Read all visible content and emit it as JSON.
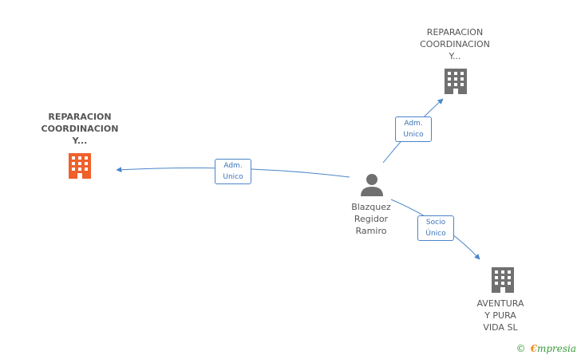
{
  "colors": {
    "edge": "#4a86c8",
    "building_main": "#f0602a",
    "building_other": "#707070",
    "person": "#707070"
  },
  "nodes": {
    "company_left": {
      "lines": [
        "REPARACION",
        "COORDINACION",
        "Y..."
      ]
    },
    "company_top": {
      "lines": [
        "REPARACION",
        "COORDINACION",
        "Y..."
      ]
    },
    "person": {
      "lines": [
        "Blazquez",
        "Regidor",
        "Ramiro"
      ]
    },
    "company_bottom": {
      "lines": [
        "AVENTURA",
        "Y PURA",
        "VIDA SL"
      ]
    }
  },
  "edges": {
    "left": {
      "lines": [
        "Adm.",
        "Unico"
      ]
    },
    "top": {
      "lines": [
        "Adm.",
        "Unico"
      ]
    },
    "bottom": {
      "lines": [
        "Socio",
        "Único"
      ]
    }
  },
  "brand": {
    "copyright": "©",
    "e": "€",
    "rest": "mpresia"
  }
}
